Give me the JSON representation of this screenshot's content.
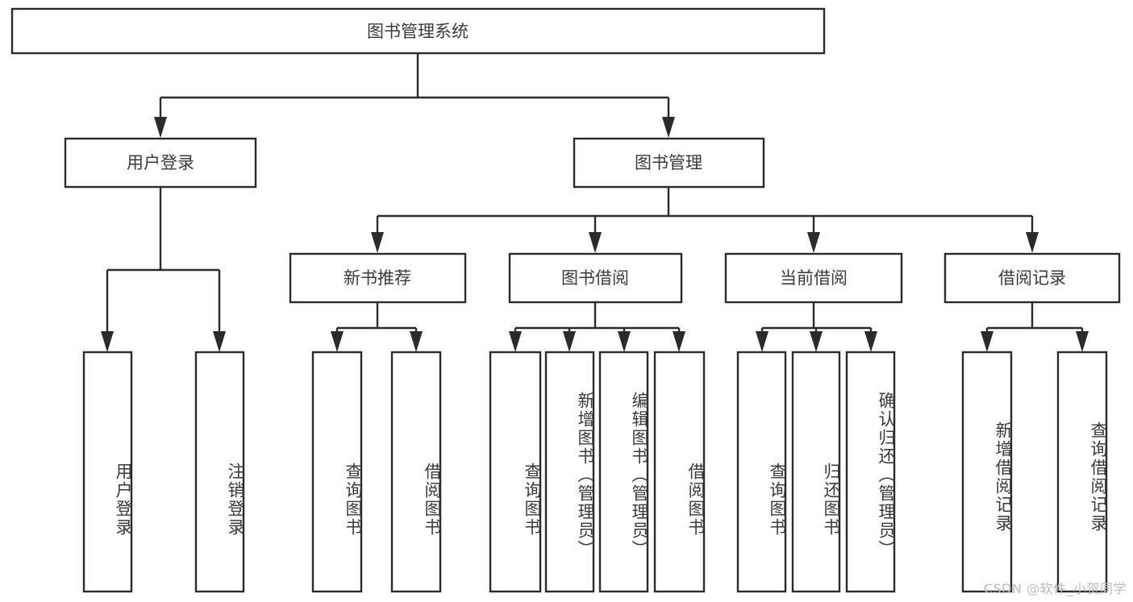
{
  "diagram": {
    "type": "tree",
    "title": "图书管理系统",
    "root": {
      "id": "root",
      "label": "图书管理系统"
    },
    "level1": [
      {
        "id": "user-login",
        "label": "用户登录"
      },
      {
        "id": "book-manage",
        "label": "图书管理"
      }
    ],
    "level2": [
      {
        "id": "new-book-recommend",
        "label": "新书推荐",
        "parent": "book-manage"
      },
      {
        "id": "book-borrow",
        "label": "图书借阅",
        "parent": "book-manage"
      },
      {
        "id": "current-borrow",
        "label": "当前借阅",
        "parent": "book-manage"
      },
      {
        "id": "borrow-record",
        "label": "借阅记录",
        "parent": "book-manage"
      }
    ],
    "leaves": [
      {
        "id": "leaf-user-login",
        "label": "用户登录",
        "parent": "user-login"
      },
      {
        "id": "leaf-user-logout",
        "label": "注销登录",
        "parent": "user-login"
      },
      {
        "id": "leaf-query-book-1",
        "label": "查询图书",
        "parent": "new-book-recommend"
      },
      {
        "id": "leaf-borrow-book-1",
        "label": "借阅图书",
        "parent": "new-book-recommend"
      },
      {
        "id": "leaf-query-book-2",
        "label": "查询图书",
        "parent": "book-borrow"
      },
      {
        "id": "leaf-add-book",
        "label": "新增图书（管理员）",
        "parent": "book-borrow"
      },
      {
        "id": "leaf-edit-book",
        "label": "编辑图书（管理员）",
        "parent": "book-borrow"
      },
      {
        "id": "leaf-borrow-book-2",
        "label": "借阅图书",
        "parent": "book-borrow"
      },
      {
        "id": "leaf-query-book-3",
        "label": "查询图书",
        "parent": "current-borrow"
      },
      {
        "id": "leaf-return-book",
        "label": "归还图书",
        "parent": "current-borrow"
      },
      {
        "id": "leaf-confirm-return",
        "label": "确认归还（管理员）",
        "parent": "current-borrow"
      },
      {
        "id": "leaf-add-record",
        "label": "新增借阅记录",
        "parent": "borrow-record"
      },
      {
        "id": "leaf-query-record",
        "label": "查询借阅记录",
        "parent": "borrow-record"
      }
    ],
    "colors": {
      "stroke": "#2b2b2b",
      "text": "#3a3a3a",
      "background": "#ffffff",
      "watermark": "#b9bcc0"
    }
  },
  "watermark": {
    "text": "CSDN @软件_小贺同学"
  }
}
